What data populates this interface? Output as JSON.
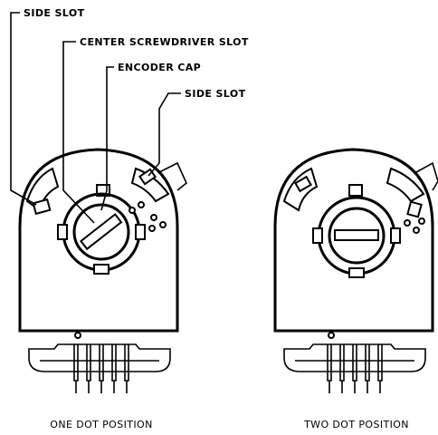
{
  "labels": {
    "side_slot_left": "SIDE SLOT",
    "center_screwdriver_slot": "CENTER SCREWDRIVER SLOT",
    "encoder_cap": "ENCODER CAP",
    "side_slot_right": "SIDE SLOT"
  },
  "captions": {
    "left": "ONE DOT POSITION",
    "right": "TWO DOT POSITION"
  }
}
